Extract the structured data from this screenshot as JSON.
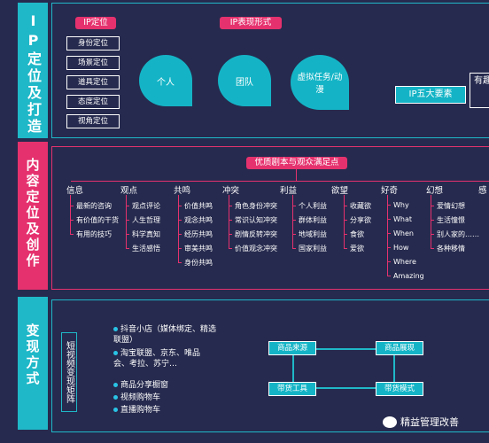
{
  "sections": {
    "ip_title": "IP定位及打造",
    "content_title": "内容定位及创作",
    "monetize_title": "变现方式"
  },
  "ip": {
    "positioning_label": "IP定位",
    "positioning_items": [
      "身份定位",
      "场景定位",
      "道具定位",
      "态度定位",
      "视角定位"
    ],
    "forms_label": "IP表现形式",
    "forms": [
      "个人",
      "团队",
      "虚拟任务/动漫"
    ],
    "five_elements_label": "IP五大要素",
    "right_partial": "有趣"
  },
  "content": {
    "header": "优质剧本与观众满足点",
    "categories": [
      {
        "name": "信息",
        "items": [
          "最新的咨询",
          "有价值的干货",
          "有用的技巧"
        ]
      },
      {
        "name": "观点",
        "items": [
          "观点评论",
          "人生哲理",
          "科学真知",
          "生活感悟"
        ]
      },
      {
        "name": "共鸣",
        "items": [
          "价值共鸣",
          "观念共鸣",
          "经历共鸣",
          "审美共鸣",
          "身份共鸣"
        ]
      },
      {
        "name": "冲突",
        "items": [
          "角色身份冲突",
          "常识认知冲突",
          "剧情反转冲突",
          "价值观念冲突"
        ]
      },
      {
        "name": "利益",
        "items": [
          "个人利益",
          "群体利益",
          "地域利益",
          "国家利益"
        ]
      },
      {
        "name": "欲望",
        "items": [
          "收藏欲",
          "分享欲",
          "食欲",
          "爱欲"
        ]
      },
      {
        "name": "好奇",
        "items": [
          "Why",
          "What",
          "When",
          "How",
          "Where",
          "Amazing"
        ]
      },
      {
        "name": "幻想",
        "items": [
          "爱情幻想",
          "生活憧憬",
          "别人家的……",
          "各种移情"
        ]
      },
      {
        "name": "感",
        "items": []
      }
    ]
  },
  "monetize": {
    "matrix_label": "短视频变现矩阵",
    "bullets": [
      "抖音小店（媒体绑定、精选联盟）",
      "淘宝联盟、京东、唯品会、考拉、苏宁…",
      "商品分享橱窗",
      "视频购物车",
      "直播购物车"
    ],
    "flow": {
      "source": "商品来源",
      "display": "商品展现",
      "tool": "带货工具",
      "mode": "带货模式"
    },
    "watermark": "精益管理改善"
  },
  "colors": {
    "background": "#262a4e",
    "cyan": "#1fb8c8",
    "pink": "#e5316e"
  }
}
